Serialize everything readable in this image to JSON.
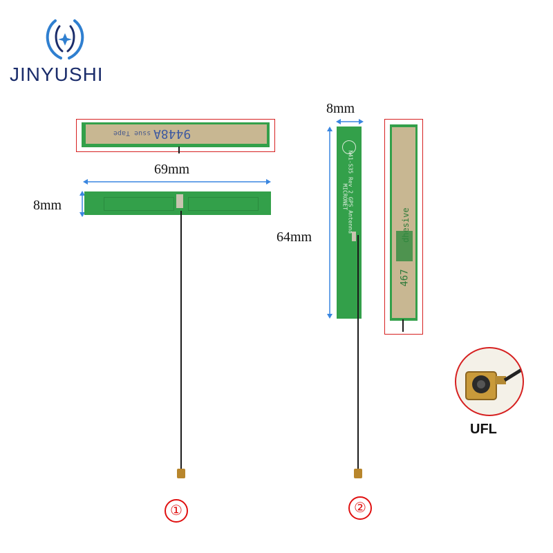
{
  "brand": {
    "name": "JINYUSHI",
    "logo_icon": "crescent-star-logo"
  },
  "antenna1": {
    "width_label": "69mm",
    "height_label": "8mm",
    "tape_text": "9448A",
    "tape_text2": "ssue Tape",
    "number": "①"
  },
  "antenna2": {
    "width_label": "8mm",
    "length_label": "64mm",
    "pcb_text": "N41-S35 Rev 2 GPS Antenna",
    "pcb_text2": "MICRONET",
    "tape_text": "dhesive",
    "tape_text2": "467",
    "number": "②"
  },
  "connector": {
    "label": "UFL"
  },
  "colors": {
    "pcb_green": "#33a04a",
    "tape": "#c8b792",
    "red": "#d62020",
    "brand": "#1b2d6b"
  }
}
